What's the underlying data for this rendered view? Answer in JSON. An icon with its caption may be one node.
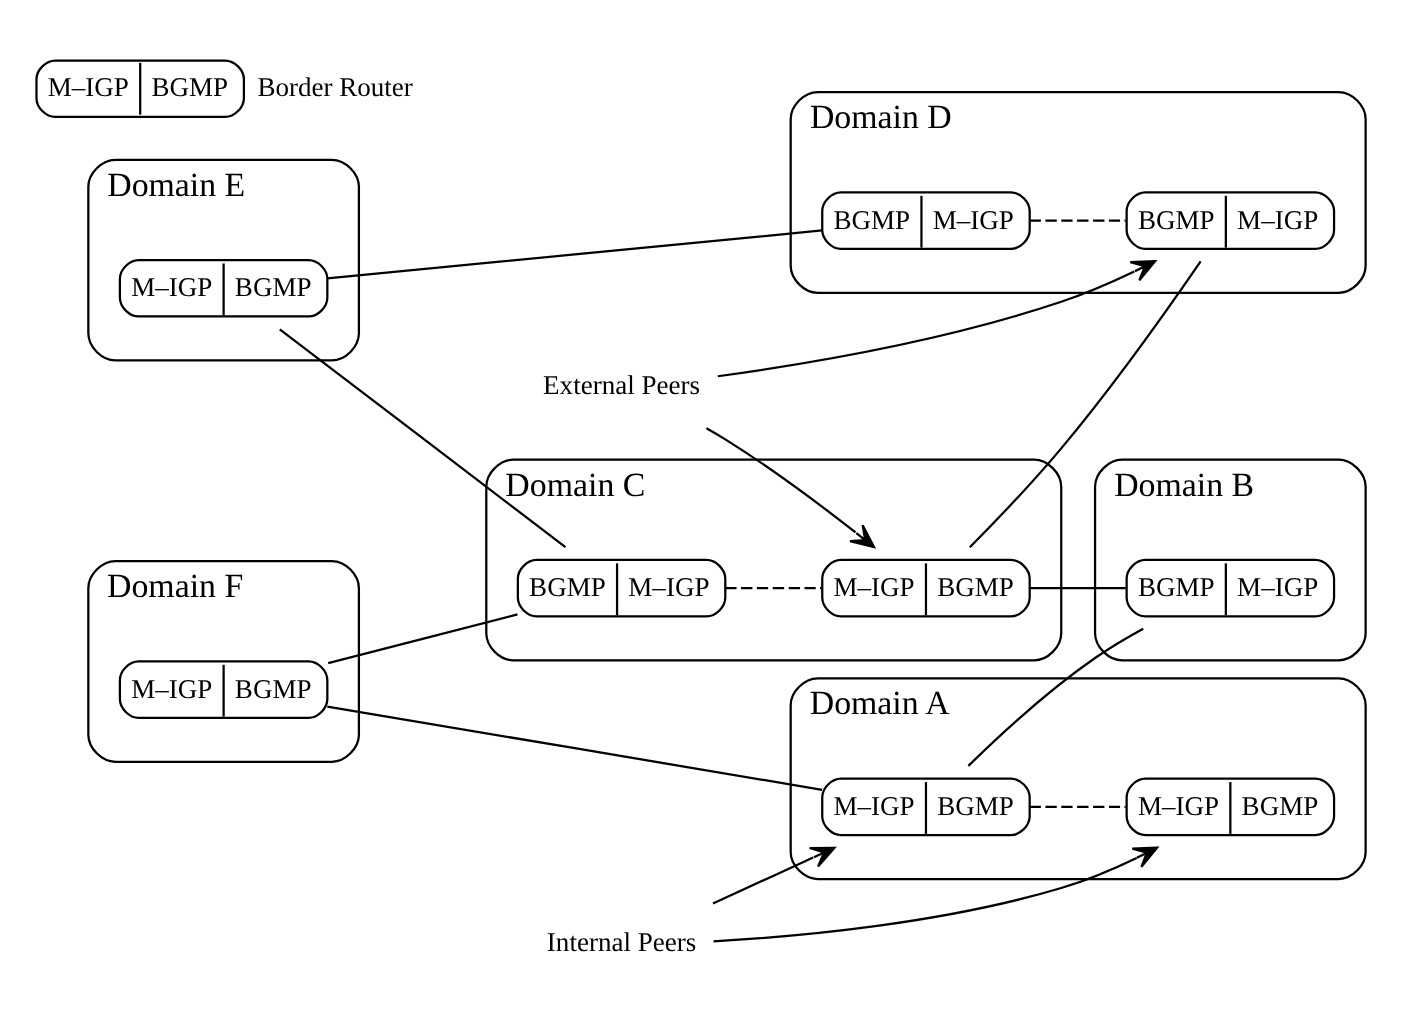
{
  "diagram": {
    "nodes": [
      {
        "text": [
          "Domain E"
        ]
      },
      {
        "text": [
          "M–IGP",
          "BGMP"
        ],
        "in": 0
      },
      {
        "text": [
          "Domain D"
        ]
      },
      {
        "text": [
          "BGMP",
          "M–IGP"
        ],
        "in": 2
      },
      {
        "text": [
          "BGMP",
          "M–IGP"
        ],
        "in": 2
      },
      {
        "text": [
          "Domain C"
        ]
      },
      {
        "text": [
          "BGMP",
          "M–IGP"
        ],
        "in": 5
      },
      {
        "text": [
          "M–IGP",
          "BGMP"
        ],
        "in": 5
      },
      {
        "text": [
          "Domain F"
        ]
      },
      {
        "text": [
          "M–IGP",
          "BGMP"
        ],
        "in": 8
      },
      {
        "text": [
          "Domain A"
        ]
      },
      {
        "text": [
          "M–IGP",
          "BGMP"
        ],
        "in": 10
      },
      {
        "text": [
          "M–IGP",
          "BGMP"
        ],
        "in": 10
      },
      {
        "text": [
          "Domain B"
        ]
      },
      {
        "text": [
          "BGMP",
          "M–IGP"
        ],
        "in": 13
      },
      {
        "text": [
          "External Peers"
        ]
      },
      {
        "text": [
          "Internal Peers"
        ]
      },
      {
        "text": [
          "M–IGP",
          "BGMP"
        ],
        "beside": [
          "Border Router"
        ]
      }
    ],
    "edges": [
      {
        "from": 1,
        "to": 3,
        "arrow": "none"
      },
      {
        "from": 3,
        "to": 4,
        "arrow": "none",
        "style": "dashed"
      },
      {
        "from": 1,
        "to": 6,
        "arrow": "none"
      },
      {
        "from": 9,
        "to": 6,
        "arrow": "none"
      },
      {
        "from": 6,
        "to": 7,
        "arrow": "none",
        "style": "dashed"
      },
      {
        "from": 7,
        "to": 4,
        "arrow": "none"
      },
      {
        "from": 7,
        "to": 14,
        "arrow": "none"
      },
      {
        "from": 9,
        "to": 11,
        "arrow": "none"
      },
      {
        "from": 11,
        "to": 14,
        "arrow": "none"
      },
      {
        "from": 11,
        "to": 12,
        "arrow": "none",
        "style": "dashed"
      },
      {
        "from": 15,
        "to": 4,
        "arrow": "to"
      },
      {
        "from": 15,
        "to": 7,
        "arrow": "to"
      },
      {
        "from": 16,
        "to": 11,
        "arrow": "to"
      },
      {
        "from": 16,
        "to": 12,
        "arrow": "to"
      }
    ]
  }
}
